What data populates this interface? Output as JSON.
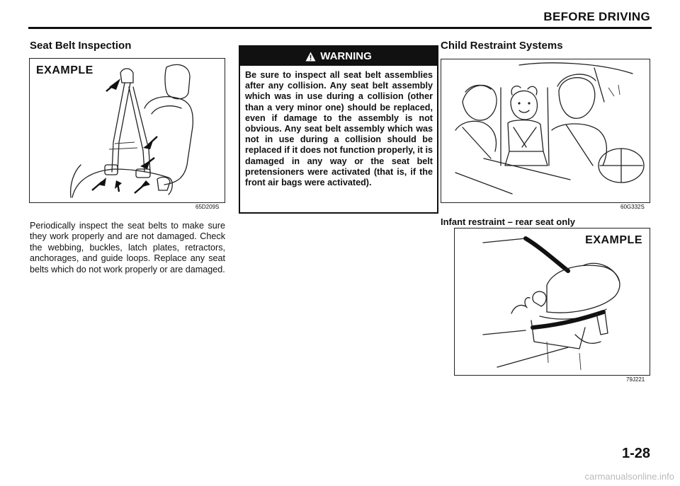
{
  "header": {
    "section_title": "BEFORE DRIVING"
  },
  "seat_belt": {
    "heading": "Seat Belt Inspection",
    "figure_label": "EXAMPLE",
    "figure_code": "65D209S",
    "paragraph": "Periodically inspect the seat belts to make sure they work properly and are not damaged. Check the webbing, buckles, latch plates, retractors, anchorages, and guide loops. Replace any seat belts which do not work properly or are damaged."
  },
  "warning": {
    "title": "WARNING",
    "icon": "warning-triangle-icon",
    "text": "Be sure to inspect all seat belt assemblies after any collision. Any seat belt assembly which was in use during a collision (other than a very minor one) should be replaced, even if damage to the assembly is not obvious. Any seat belt assembly which was not in use during a collision should be replaced if it does not function properly, it is damaged in any way or the seat belt pretensioners were activated (that is, if the front air bags were activated)."
  },
  "child_restraint": {
    "heading": "Child Restraint Systems",
    "figure_code": "60G332S",
    "infant_caption": "Infant restraint – rear seat only",
    "infant_label": "EXAMPLE",
    "infant_code": "79J221"
  },
  "footer": {
    "page_number": "1-28",
    "watermark": "carmanualsonline.info"
  },
  "colors": {
    "ink": "#111111",
    "warning_bg": "#111111",
    "warning_fg": "#ffffff",
    "watermark": "#bbbbbb"
  }
}
